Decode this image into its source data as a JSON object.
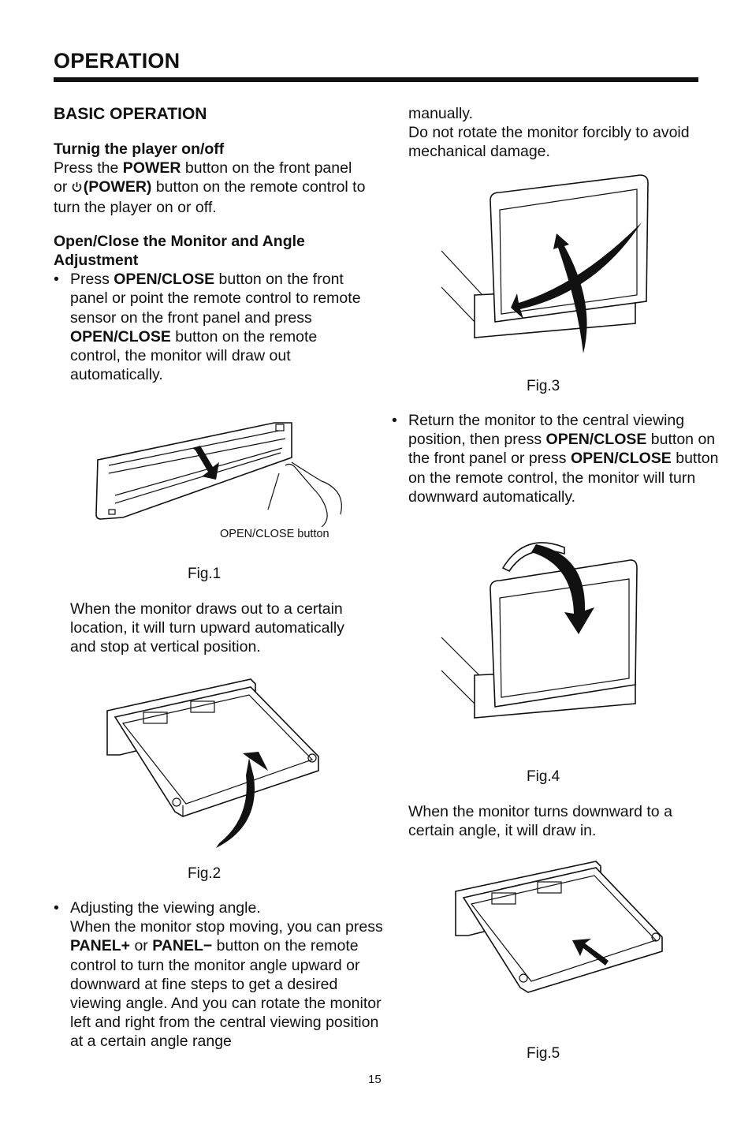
{
  "header": {
    "title": "OPERATION"
  },
  "section": {
    "title": "BASIC OPERATION"
  },
  "power": {
    "heading": "Turnig the player on/off",
    "t1": "Press the ",
    "b1": "POWER",
    "t2": " button on the front panel or ",
    "icon": "power-icon",
    "b2": "(POWER)",
    "t3": " button on the remote control to turn the player on or off."
  },
  "monitor": {
    "heading": "Open/Close the Monitor and Angle Adjustment",
    "bullet1": {
      "t1": "Press ",
      "b1": "OPEN/CLOSE",
      "t2": " button on the front panel or point the remote control to remote sensor on the front panel and press ",
      "b2": "OPEN/CLOSE",
      "t3": " button on the remote control, the monitor will draw out automatically."
    },
    "after_fig1": "When the monitor draws out to a certain location, it will turn upward automatically and stop at vertical position.",
    "bullet2": {
      "t1": "Adjusting the viewing angle.",
      "t2": "When the monitor stop moving, you can press ",
      "b1": "PANEL+",
      "t3": " or ",
      "b2": "PANEL−",
      "t4": " button on the remote control to turn the monitor angle upward or downward at fine steps to get a desired viewing angle. And you can rotate the monitor left and right from the central viewing position at a certain angle range"
    },
    "continued_1": "manually.",
    "continued_2": "Do not rotate the monitor forcibly to avoid mechanical damage.",
    "bullet3": {
      "t1": "Return the monitor to the central viewing position, then press ",
      "b1": "OPEN/CLOSE",
      "t2": " button on the front panel or press ",
      "b2": "OPEN/CLOSE",
      "t3": " button on the remote control, the monitor will turn downward automatically."
    },
    "after_fig4": "When the monitor turns downward to a certain angle, it will draw in."
  },
  "figures": {
    "fig1": {
      "caption": "Fig.1",
      "callout": "OPEN/CLOSE button"
    },
    "fig2": {
      "caption": "Fig.2"
    },
    "fig3": {
      "caption": "Fig.3"
    },
    "fig4": {
      "caption": "Fig.4"
    },
    "fig5": {
      "caption": "Fig.5"
    }
  },
  "footer": {
    "page_number": "15"
  }
}
